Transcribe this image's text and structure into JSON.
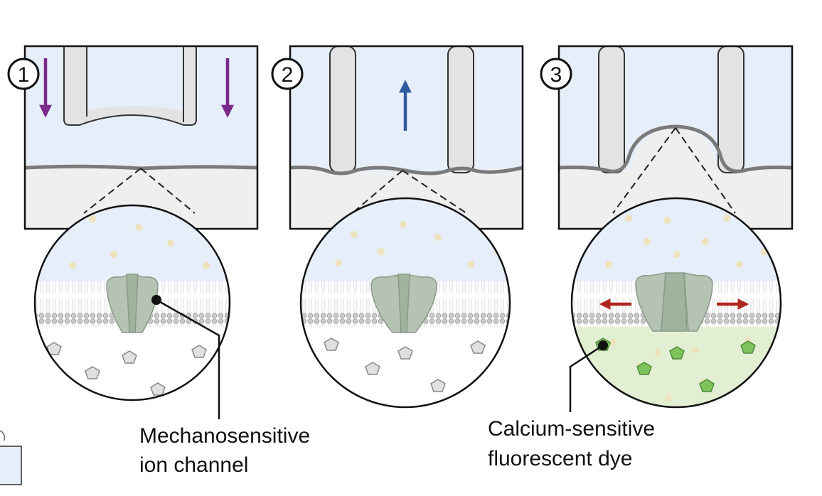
{
  "panels": [
    {
      "step": "1",
      "arrow": "down"
    },
    {
      "step": "2",
      "arrow": "up"
    },
    {
      "step": "3",
      "arrow": "sideways"
    }
  ],
  "callouts": {
    "channel": {
      "line1": "Mechanosensitive",
      "line2": "ion channel"
    },
    "dye": {
      "line1": "Calcium-sensitive",
      "line2": "fluorescent dye"
    }
  },
  "colors": {
    "fluid": "#e6eef9",
    "cell": "#efefef",
    "probe": "#e3e3e3",
    "membrane": "#7a7a7a",
    "channel": "#b4c3b2",
    "down_arrow": "#7b2a8c",
    "up_arrow": "#2f5a9e",
    "side_arrow": "#b0261f",
    "ion": "#ede3bd",
    "dye_idle": "#e0e0e0",
    "dye_active": "#7ec35b",
    "cytosol_active": "#e2efd3"
  }
}
